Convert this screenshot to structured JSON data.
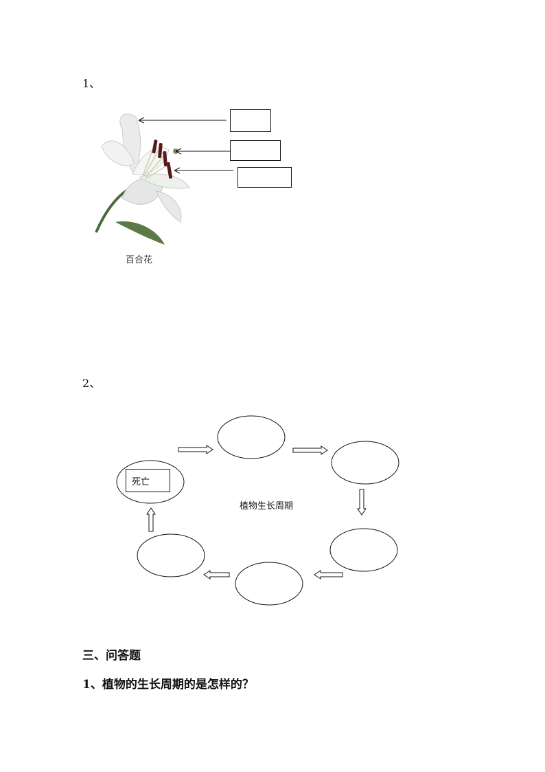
{
  "section1": {
    "number": "1、",
    "image_caption": "百合花"
  },
  "section2": {
    "number": "2、",
    "cycle_center": "植物生长周期",
    "death_label": "死亡"
  },
  "section3": {
    "heading": "三、问答题",
    "question1": "1、植物的生长周期的是怎样的？"
  }
}
